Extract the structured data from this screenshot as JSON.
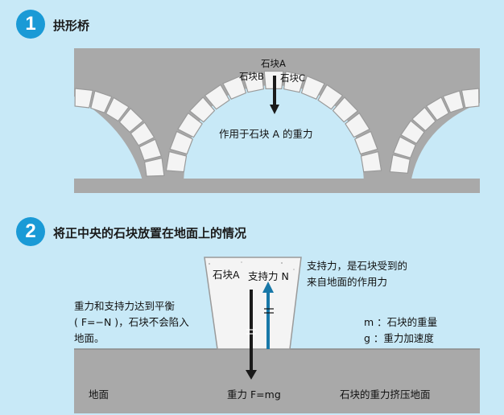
{
  "section1": {
    "number": "1",
    "title": "拱形桥",
    "labels": {
      "stone_a": "石块A",
      "stone_b": "石块B",
      "stone_c": "石块C",
      "gravity_on_a": "作用于石块 A 的重力"
    }
  },
  "section2": {
    "number": "2",
    "title": "将正中央的石块放置在地面上的情况",
    "labels": {
      "stone_a": "石块A",
      "support_force": "支持力 N",
      "support_desc_line1": "支持力，是石块受到的",
      "support_desc_line2": "来自地面的作用力",
      "balance_line1": "重力和支持力达到平衡",
      "balance_line2": "( F=−N )，石块不会陷入",
      "balance_line3": "地面。",
      "m_def": "m ：石块的重量",
      "g_def": "g ：重力加速度",
      "ground": "地面",
      "gravity_formula": "重力 F=mg",
      "press_ground": "石块的重力挤压地面"
    }
  },
  "colors": {
    "background": "#c8e9f7",
    "badge": "#1a9ad6",
    "stone_gray": "#a8a8a8",
    "stone_block": "#f4f4f4",
    "support_arrow": "#1878a8",
    "gravity_arrow": "#1a1a1a"
  }
}
